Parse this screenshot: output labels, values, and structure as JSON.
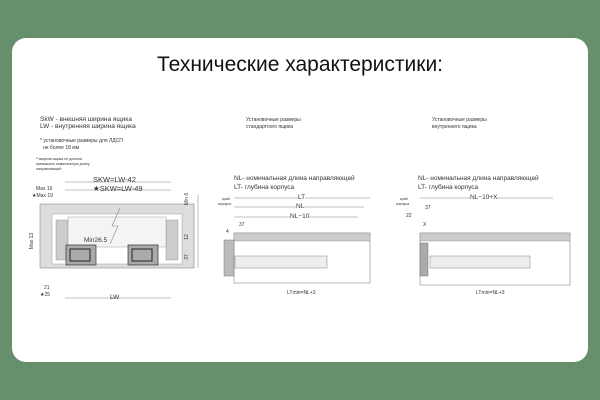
{
  "title": "Технические характеристики:",
  "left": {
    "legend_skw": "SkW - внешняя ширина ящика",
    "legend_lw": "LW - внутренняя ширина ящика",
    "note1_line1": "* установочные размеры  для ЛДСП",
    "note1_line2": "не более 18 мм",
    "note2_line1": "**ширина ящика не должна",
    "note2_line2": "превышать номинальную длину",
    "note2_line3": "направляющей",
    "dim_skw1": "SKW=LW-42",
    "dim_skw2": "★SKW=LW-49",
    "max16": "Max 16",
    "max19": "★Max 19",
    "max13": "Max 13",
    "min6": "Min 6",
    "min265": "Min26.5",
    "d12": "12",
    "d37": "37",
    "d21": "21",
    "d25": "★25",
    "lw": "LW"
  },
  "middle": {
    "heading_line1": "Установочные размеры",
    "heading_line2": "стандартного ящика",
    "nl_def": "NL- номинальная длина направляющей",
    "lt_def": "LT- глубина корпуса",
    "edge_line1": "край",
    "edge_line2": "корпуса",
    "lt": "LT",
    "nl": "NL",
    "nl10": "NL−10",
    "d37": "37",
    "d4": "4",
    "formula": "LTmin=NL+3"
  },
  "right": {
    "heading_line1": "Установочные размеры",
    "heading_line2": "внутреннего ящика",
    "nl_def": "NL- номинальная длина направляющей",
    "lt_def": "LT- глубина корпуса",
    "edge_line1": "край",
    "edge_line2": "корпуса",
    "nl10x": "NL−10+X",
    "d37": "37",
    "d22": "22",
    "x": "X",
    "formula": "LTmin=NL+3"
  }
}
